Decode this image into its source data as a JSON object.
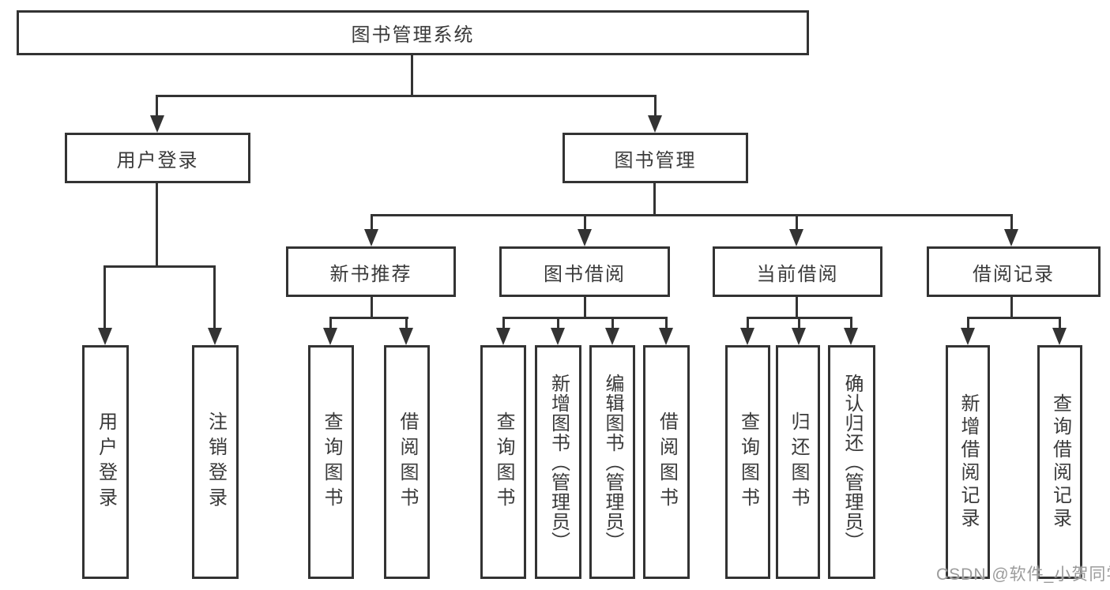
{
  "title": "图书管理系统",
  "watermark": "CSDN @软件_小贺同学",
  "colors": {
    "line": "#333333",
    "box_border": "#333333",
    "text": "#3a3a3a",
    "background": "#ffffff",
    "watermark": "#9b9b9b"
  },
  "nodes": {
    "root": {
      "label": "图书管理系统"
    },
    "level2": [
      {
        "label": "用户登录"
      },
      {
        "label": "图书管理"
      }
    ],
    "level3": [
      {
        "label": "新书推荐"
      },
      {
        "label": "图书借阅"
      },
      {
        "label": "当前借阅"
      },
      {
        "label": "借阅记录"
      }
    ],
    "leaves": [
      {
        "label": "用户登录"
      },
      {
        "label": "注销登录"
      },
      {
        "label": "查询图书"
      },
      {
        "label": "借阅图书"
      },
      {
        "label": "查询图书"
      },
      {
        "label": "新增图书（管理员）"
      },
      {
        "label": "编辑图书（管理员）"
      },
      {
        "label": "借阅图书"
      },
      {
        "label": "查询图书"
      },
      {
        "label": "归还图书"
      },
      {
        "label": "确认归还（管理员）"
      },
      {
        "label": "新增借阅记录"
      },
      {
        "label": "查询借阅记录"
      }
    ]
  }
}
